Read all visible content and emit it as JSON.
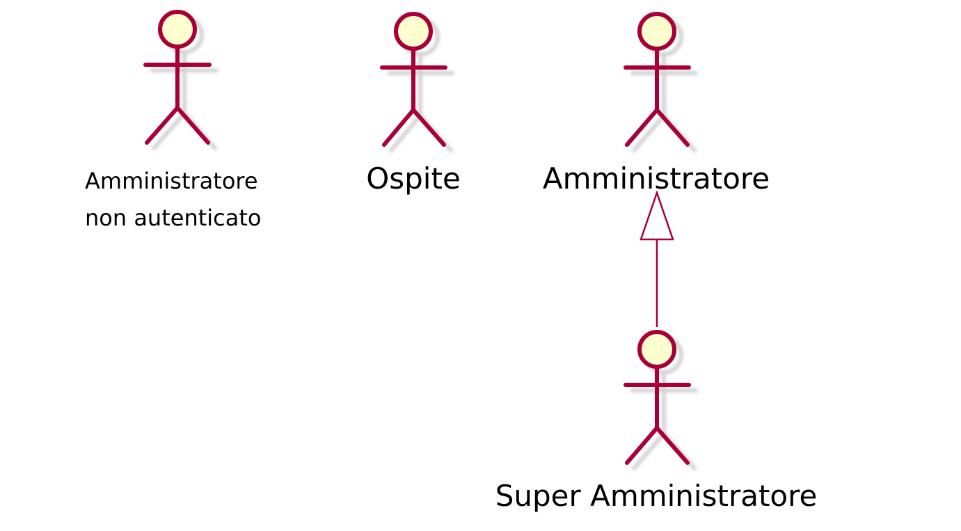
{
  "colors": {
    "actor_stroke": "#A80036",
    "actor_fill": "#FEFECE",
    "shadow": "#d3d3d3",
    "background": "#ffffff",
    "text": "#000000"
  },
  "actors": [
    {
      "id": "amministratore-non-autenticato",
      "label_lines": [
        "Amministratore",
        "non autenticato"
      ]
    },
    {
      "id": "ospite",
      "label_lines": [
        "Ospite"
      ]
    },
    {
      "id": "amministratore",
      "label_lines": [
        "Amministratore"
      ]
    },
    {
      "id": "super-amministratore",
      "label_lines": [
        "Super Amministratore"
      ]
    }
  ],
  "relations": [
    {
      "type": "generalization",
      "from": "super-amministratore",
      "to": "amministratore"
    }
  ]
}
